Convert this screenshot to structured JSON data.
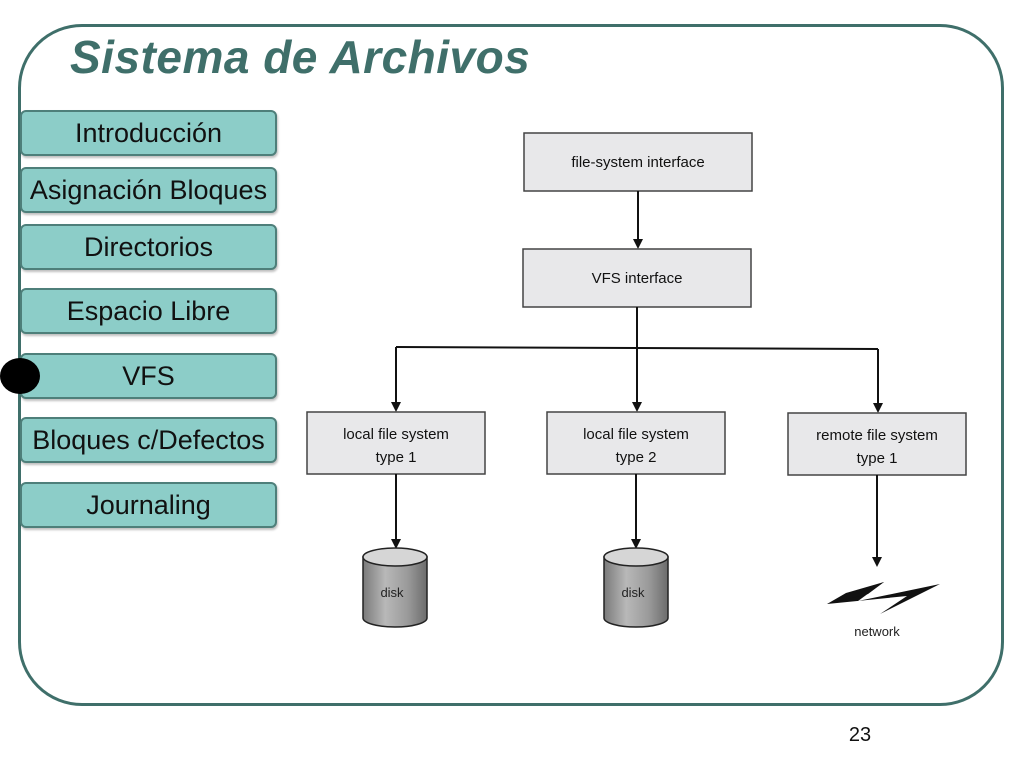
{
  "slide": {
    "title": "Sistema de Archivos",
    "page_number": "23"
  },
  "nav": {
    "items": [
      {
        "label": "Introducción"
      },
      {
        "label": "Asignación Bloques"
      },
      {
        "label": "Directorios"
      },
      {
        "label": "Espacio Libre"
      },
      {
        "label": "VFS",
        "active": true
      },
      {
        "label": "Bloques c/Defectos"
      },
      {
        "label": "Journaling"
      }
    ]
  },
  "diagram": {
    "fs_interface": "file-system interface",
    "vfs_interface": "VFS interface",
    "local_fs1": {
      "line1": "local file system",
      "line2": "type 1"
    },
    "local_fs2": {
      "line1": "local file system",
      "line2": "type 2"
    },
    "remote_fs": {
      "line1": "remote file system",
      "line2": "type 1"
    },
    "disk1_label": "disk",
    "disk2_label": "disk",
    "network_label": "network"
  },
  "colors": {
    "accent": "#3f6f6a",
    "nav_fill": "#8ccdc8",
    "box_fill": "#e8e8ea",
    "disk_fill": "#9a9a9a"
  }
}
